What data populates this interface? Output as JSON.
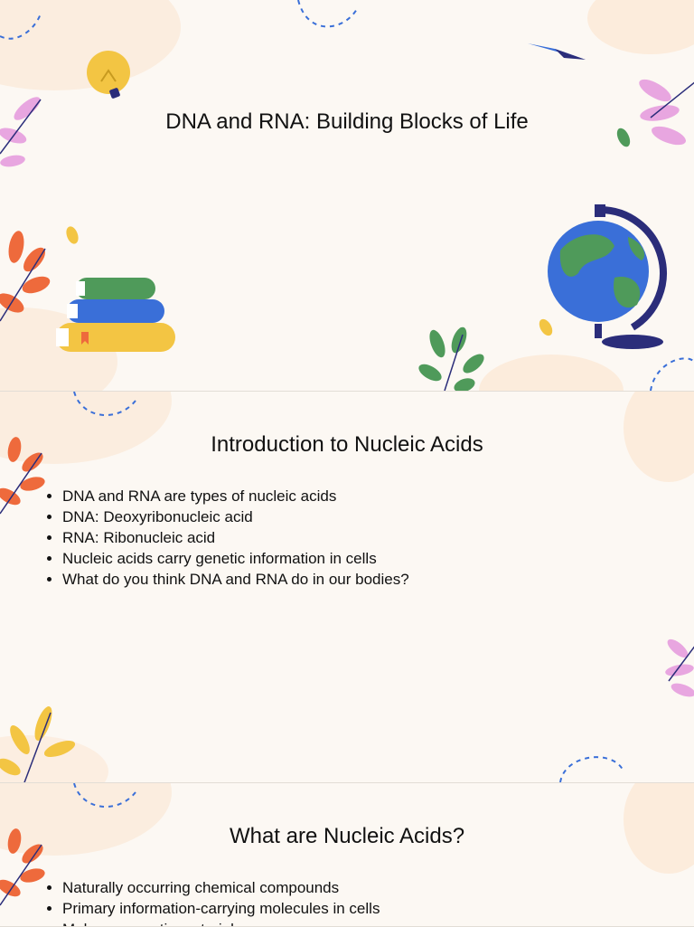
{
  "slides": [
    {
      "title": "DNA and RNA: Building Blocks of Life",
      "icons": [
        "lightbulb-icon",
        "paper-plane-icon",
        "books-icon",
        "globe-icon",
        "leaf-icon"
      ]
    },
    {
      "title": "Introduction to Nucleic Acids",
      "bullets": [
        "DNA and RNA are types of nucleic acids",
        "DNA: Deoxyribonucleic acid",
        "RNA: Ribonucleic acid",
        "Nucleic acids carry genetic information in cells",
        "What do you think DNA and RNA do in our bodies?"
      ]
    },
    {
      "title": "What are Nucleic Acids?",
      "bullets": [
        "Naturally occurring chemical compounds",
        "Primary information-carrying molecules in cells",
        "Make up genetic material"
      ]
    }
  ],
  "colors": {
    "background": "#fcf8f3",
    "blob": "#fbe8d6",
    "orange": "#ee6a3c",
    "pink": "#e8a6e0",
    "green": "#4f9a5a",
    "yellow": "#f3c543",
    "blue": "#3a6fd8",
    "navy": "#2b2d7a"
  }
}
